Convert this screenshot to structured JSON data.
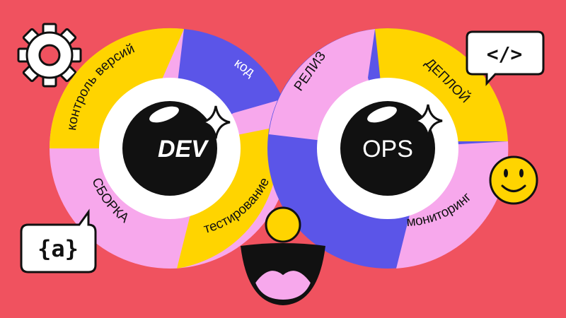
{
  "diagram": {
    "left_loop": {
      "center_label": "DEV",
      "segments": {
        "version_control": "контроль версий",
        "code": "код",
        "build": "СБОРКА",
        "testing": "тестирование"
      }
    },
    "right_loop": {
      "center_label": "OPS",
      "segments": {
        "release": "РЕЛИЗ",
        "deploy": "ДЕПЛОЙ",
        "monitoring": "мониторинг"
      }
    }
  },
  "stickers": {
    "code_bubble": "</>",
    "at_bubble": "{a}"
  },
  "colors": {
    "background": "#f0525f",
    "yellow": "#ffd400",
    "blue": "#5b55e8",
    "pink": "#f7a8ec",
    "black": "#111111",
    "white": "#ffffff"
  }
}
